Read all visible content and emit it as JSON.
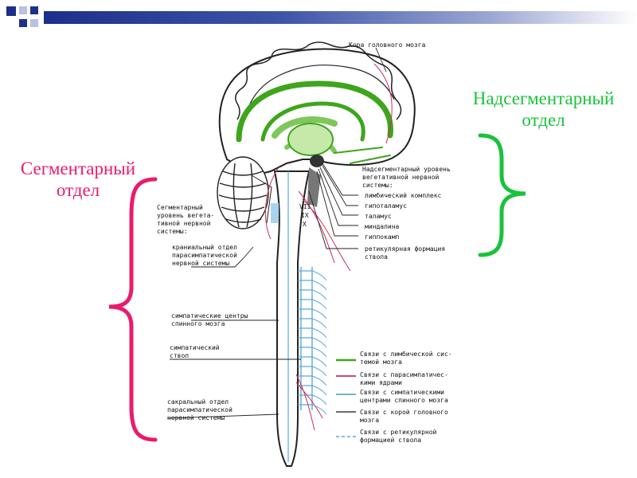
{
  "colors": {
    "limbic": "#3ea51d",
    "parasympathetic": "#c8315a",
    "sympathetic": "#5aa8d8",
    "bracket_left": "#e81c6e",
    "bracket_right": "#19c23a",
    "header": "#1c2f8a"
  },
  "titles": {
    "left": "Сегментарный\nотдел",
    "right": "Надсегментарный\nотдел"
  },
  "labels": {
    "cortex": "Кора головного мозга",
    "supraseg_level": "Надсегментарный уровень\nвегетативной нервной\nсистемы:",
    "limbic": "лимбический комплекс",
    "hypothalamus": "гипоталамус",
    "thalamus": "таламус",
    "amygdala": "миндалина",
    "hippocampus": "гиппокамп",
    "reticular": "ретикулярная формация\nствола",
    "seg_level": "Сегментарный\nуровень вегета-\nтивной нервной\nсистемы:",
    "cranial": "краниальный отдел\nпарасимпатической\nнервной системы",
    "cn7": "VII",
    "cn9": "IX",
    "cn10": "X",
    "symp_centers": "симпатические центры\nспинного мозга",
    "symp_trunk": "симпатический\nствол",
    "sacral": "сакральный отдел\nпарасимпатической\nнервной системы"
  },
  "legend": [
    {
      "text": "Связи с лимбической сис-\nтемой мозга",
      "color": "#3ea51d",
      "style": "solid"
    },
    {
      "text": "Связи с парасимпатичес-\nкими ядрами",
      "color": "#c8315a",
      "style": "solid"
    },
    {
      "text": "Связи с симпатическими\nцентрами спинного мозга",
      "color": "#5aa8d8",
      "style": "solid"
    },
    {
      "text": "Связи с корой головного\nмозга",
      "color": "#111111",
      "style": "solid"
    },
    {
      "text": "Связи с ретикулярной\nформацией ствола",
      "color": "#5aa8d8",
      "style": "dashed"
    }
  ],
  "icons": [
    "corner-squares-icon",
    "brain-diagram-icon",
    "left-brace-icon",
    "right-brace-icon"
  ]
}
